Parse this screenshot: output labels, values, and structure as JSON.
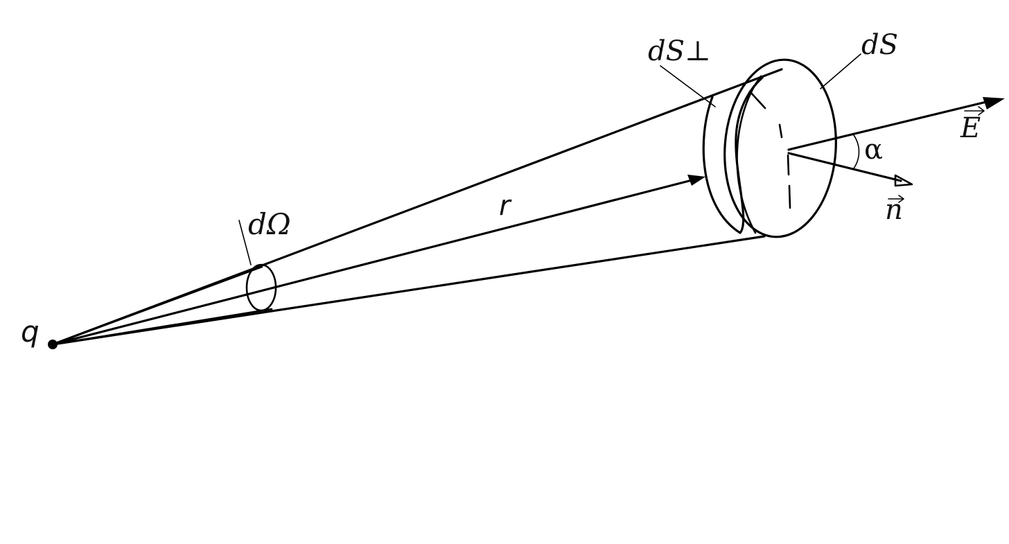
{
  "labels": {
    "charge": "q",
    "solid_angle": "dΩ",
    "radius": "r",
    "area_perp": "dS⊥",
    "area": "dS",
    "field": "E",
    "normal": "n",
    "angle": "α"
  }
}
